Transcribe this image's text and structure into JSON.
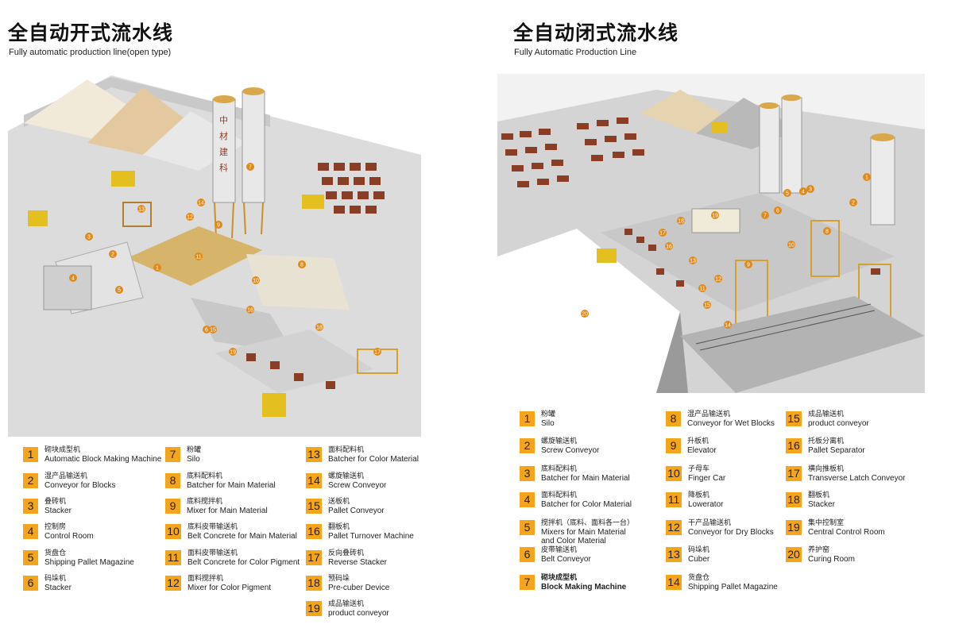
{
  "left": {
    "title_zh": "全自动开式流水线",
    "title_en": "Fully automatic production line(open type)",
    "scene_labels": [
      "1",
      "2",
      "3",
      "4",
      "5",
      "6",
      "7",
      "8",
      "9",
      "10",
      "11",
      "12",
      "13",
      "14",
      "15",
      "16",
      "17",
      "18",
      "19"
    ],
    "legend": [
      {
        "n": "1",
        "zh": "砌块成型机",
        "en": "Automatic Block Making Machine"
      },
      {
        "n": "2",
        "zh": "湿产品输送机",
        "en": "Conveyor for Blocks"
      },
      {
        "n": "3",
        "zh": "叠砖机",
        "en": "Stacker"
      },
      {
        "n": "4",
        "zh": "控制房",
        "en": "Control Room"
      },
      {
        "n": "5",
        "zh": "货盘仓",
        "en": "Shipping Pallet Magazine"
      },
      {
        "n": "6",
        "zh": "码垛机",
        "en": "Stacker"
      },
      {
        "n": "7",
        "zh": "粉罐",
        "en": "Silo"
      },
      {
        "n": "8",
        "zh": "底料配料机",
        "en": "Batcher for Main Material"
      },
      {
        "n": "9",
        "zh": "底料搅拌机",
        "en": "Mixer for Main Material"
      },
      {
        "n": "10",
        "zh": "底料皮带输送机",
        "en": "Belt Concrete for Main Material"
      },
      {
        "n": "11",
        "zh": "面料皮带输送机",
        "en": "Belt Concrete for Color Pigment"
      },
      {
        "n": "12",
        "zh": "面料搅拌机",
        "en": "Mixer for Color Pigment"
      },
      {
        "n": "13",
        "zh": "面料配料机",
        "en": "Batcher for Color Material"
      },
      {
        "n": "14",
        "zh": "螺旋输送机",
        "en": "Screw Conveyor"
      },
      {
        "n": "15",
        "zh": "送板机",
        "en": "Pallet Conveyor"
      },
      {
        "n": "16",
        "zh": "翻板机",
        "en": "Pallet Turnover Machine"
      },
      {
        "n": "17",
        "zh": "反向叠砖机",
        "en": "Reverse Stacker"
      },
      {
        "n": "18",
        "zh": "预码垛",
        "en": "Pre-cuber Device"
      },
      {
        "n": "19",
        "zh": "成品输送机",
        "en": "product conveyor"
      }
    ]
  },
  "right": {
    "title_zh": "全自动闭式流水线",
    "title_en": "Fully Automatic Production Line",
    "scene_labels": [
      "1",
      "2",
      "3",
      "4",
      "5",
      "6",
      "7",
      "8",
      "9",
      "10",
      "11",
      "12",
      "13",
      "14",
      "15",
      "16",
      "17",
      "18",
      "19",
      "20"
    ],
    "legend": [
      {
        "n": "1",
        "zh": "粉罐",
        "en": "Silo"
      },
      {
        "n": "2",
        "zh": "螺旋输送机",
        "en": "Screw Conveyor"
      },
      {
        "n": "3",
        "zh": "底料配料机",
        "en": "Batcher for Main Material"
      },
      {
        "n": "4",
        "zh": "面料配料机",
        "en": "Batcher for Color Material"
      },
      {
        "n": "5",
        "zh": "搅拌机（底料、面料各一台）",
        "en": "Mixers for Main Material and Color Material"
      },
      {
        "n": "6",
        "zh": "皮带输送机",
        "en": "Belt Conveyor"
      },
      {
        "n": "7",
        "zh": "砌块成型机",
        "en": "Block Making Machine",
        "bold": true
      },
      {
        "n": "8",
        "zh": "湿产品输送机",
        "en": "Conveyor for Wet Blocks"
      },
      {
        "n": "9",
        "zh": "升板机",
        "en": "Elevator"
      },
      {
        "n": "10",
        "zh": "子母车",
        "en": "Finger Car"
      },
      {
        "n": "11",
        "zh": "降板机",
        "en": "Lowerator"
      },
      {
        "n": "12",
        "zh": "干产品输送机",
        "en": "Conveyor for Dry Blocks"
      },
      {
        "n": "13",
        "zh": "码垛机",
        "en": "Cuber"
      },
      {
        "n": "14",
        "zh": "货盘仓",
        "en": "Shipping Pallet Magazine"
      },
      {
        "n": "15",
        "zh": "成品输送机",
        "en": "product conveyor"
      },
      {
        "n": "16",
        "zh": "托板分离机",
        "en": "Pallet Separator"
      },
      {
        "n": "17",
        "zh": "横向推板机",
        "en": "Transverse Latch Conveyor"
      },
      {
        "n": "18",
        "zh": "翻板机",
        "en": "Stacker"
      },
      {
        "n": "19",
        "zh": "集中控制室",
        "en": "Central Control Room"
      },
      {
        "n": "20",
        "zh": "养护窑",
        "en": "Curing Room"
      }
    ]
  },
  "silo_text": [
    "中",
    "材",
    "建",
    "科"
  ],
  "colors": {
    "badge": "#f5a51c",
    "ground": "#d9d9d9",
    "sand": "#e6d3b0",
    "brick": "#8a3e26",
    "machine": "#e0a83a"
  }
}
